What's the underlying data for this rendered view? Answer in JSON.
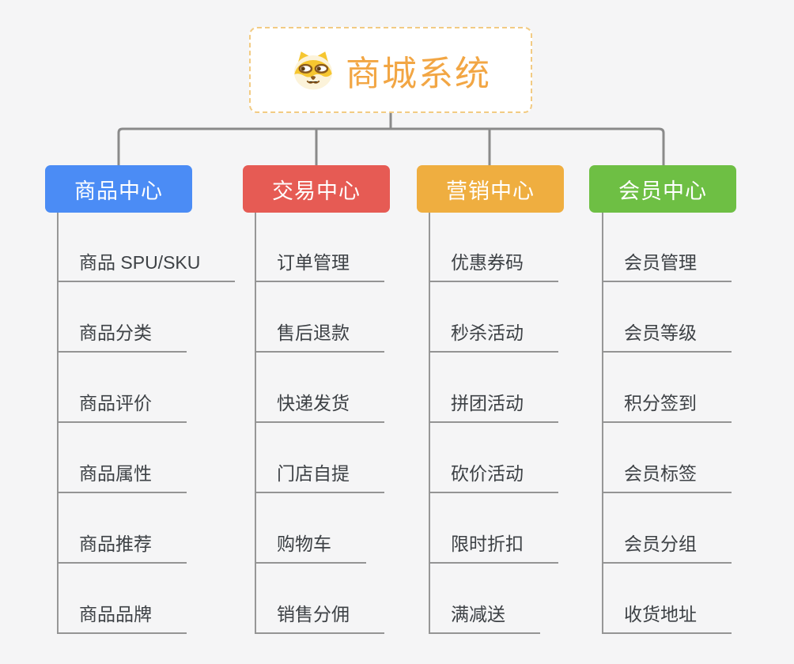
{
  "root": {
    "title": "商城系统",
    "icon": "shiba-dog-icon",
    "accent_color": "#f2a644",
    "border_color": "#f2cb83"
  },
  "connector_color": "#8a8a8a",
  "background_color": "#f5f5f6",
  "branches": [
    {
      "label": "商品中心",
      "color": "#4b8cf5",
      "children": [
        "商品 SPU/SKU",
        "商品分类",
        "商品评价",
        "商品属性",
        "商品推荐",
        "商品品牌"
      ]
    },
    {
      "label": "交易中心",
      "color": "#e65b54",
      "children": [
        "订单管理",
        "售后退款",
        "快递发货",
        "门店自提",
        "购物车",
        "销售分佣"
      ]
    },
    {
      "label": "营销中心",
      "color": "#efae40",
      "children": [
        "优惠券码",
        "秒杀活动",
        "拼团活动",
        "砍价活动",
        "限时折扣",
        "满减送"
      ]
    },
    {
      "label": "会员中心",
      "color": "#6ebf44",
      "children": [
        "会员管理",
        "会员等级",
        "积分签到",
        "会员标签",
        "会员分组",
        "收货地址"
      ]
    }
  ]
}
